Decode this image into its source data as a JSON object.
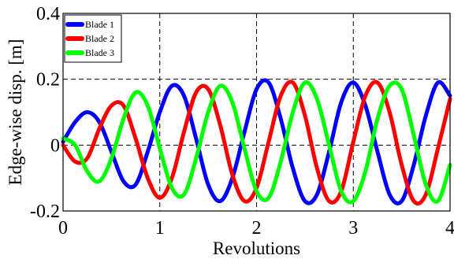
{
  "chart_data": {
    "type": "line",
    "xlabel": "Revolutions",
    "ylabel": "Edge-wise disp. [m]",
    "xlim": [
      0,
      4
    ],
    "ylim": [
      -0.2,
      0.4
    ],
    "xticks": [
      "0",
      "1",
      "2",
      "3",
      "4"
    ],
    "yticks": [
      "-0.2",
      "0",
      "0.2",
      "0.4"
    ],
    "xtick_values": [
      0,
      1,
      2,
      3,
      4
    ],
    "ytick_values": [
      -0.2,
      0,
      0.2,
      0.4
    ],
    "grid": true,
    "legend_position": "top-left",
    "x": [
      0,
      0.125,
      0.25,
      0.375,
      0.5,
      0.625,
      0.75,
      0.875,
      1,
      1.125,
      1.25,
      1.375,
      1.5,
      1.625,
      1.75,
      1.875,
      2,
      2.125,
      2.25,
      2.375,
      2.5,
      2.625,
      2.75,
      2.875,
      3,
      3.125,
      3.25,
      3.375,
      3.5,
      3.625,
      3.75,
      3.875,
      4
    ],
    "series": [
      {
        "name": "Blade 1",
        "color": "#0000ff",
        "values": [
          0.01,
          0.07,
          0.1,
          0.07,
          -0.02,
          -0.11,
          -0.12,
          -0.02,
          0.1,
          0.18,
          0.15,
          0.02,
          -0.12,
          -0.17,
          -0.1,
          0.04,
          0.17,
          0.19,
          0.08,
          -0.07,
          -0.17,
          -0.15,
          -0.02,
          0.13,
          0.19,
          0.12,
          -0.02,
          -0.15,
          -0.17,
          -0.06,
          0.09,
          0.19,
          0.15
        ]
      },
      {
        "name": "Blade 2",
        "color": "#ff0000",
        "values": [
          0.0,
          -0.05,
          -0.04,
          0.05,
          0.12,
          0.12,
          0.02,
          -0.1,
          -0.16,
          -0.1,
          0.04,
          0.16,
          0.17,
          0.06,
          -0.09,
          -0.17,
          -0.13,
          0.01,
          0.15,
          0.19,
          0.09,
          -0.07,
          -0.17,
          -0.14,
          0.01,
          0.15,
          0.19,
          0.1,
          -0.06,
          -0.17,
          -0.15,
          -0.01,
          0.14
        ]
      },
      {
        "name": "Blade 3",
        "color": "#00ff00",
        "values": [
          0.02,
          0.0,
          -0.08,
          -0.11,
          -0.04,
          0.08,
          0.16,
          0.12,
          -0.01,
          -0.13,
          -0.15,
          -0.04,
          0.1,
          0.18,
          0.13,
          -0.01,
          -0.14,
          -0.16,
          -0.05,
          0.1,
          0.19,
          0.14,
          0.0,
          -0.14,
          -0.17,
          -0.08,
          0.08,
          0.18,
          0.17,
          0.03,
          -0.12,
          -0.17,
          -0.06
        ]
      }
    ]
  }
}
